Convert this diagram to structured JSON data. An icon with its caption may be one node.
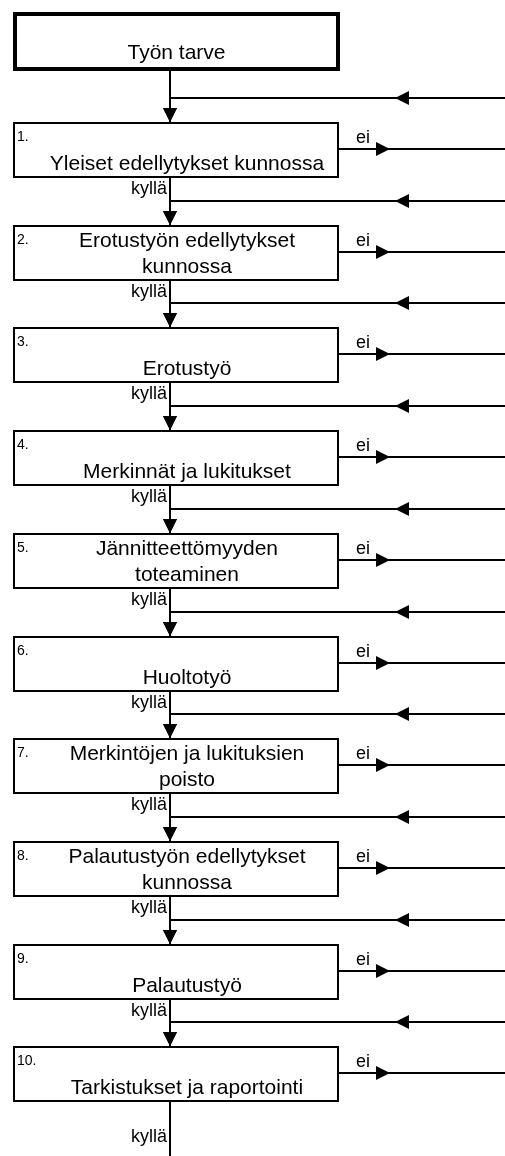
{
  "diagram": {
    "nodes": [
      {
        "text": [
          "Työn tarve"
        ]
      },
      {
        "text": [
          "1.",
          "Yleiset edellytykset kunnossa"
        ]
      },
      {
        "text": [
          "2.",
          "Erotustyön edellytykset kunnossa"
        ]
      },
      {
        "text": [
          "3.",
          "Erotustyö"
        ]
      },
      {
        "text": [
          "4.",
          "Merkinnät ja lukitukset"
        ]
      },
      {
        "text": [
          "5.",
          "Jännitteettömyyden toteaminen"
        ]
      },
      {
        "text": [
          "6.",
          "Huoltotyö"
        ]
      },
      {
        "text": [
          "7.",
          "Merkintöjen ja lukituksien poisto"
        ]
      },
      {
        "text": [
          "8.",
          "Palautustyön edellytykset kunnossa"
        ]
      },
      {
        "text": [
          "9.",
          "Palautustyö"
        ]
      },
      {
        "text": [
          "10.",
          "Tarkistukset ja raportointi"
        ]
      }
    ],
    "edges": [
      {
        "from": 0,
        "to": 1,
        "arrow": "to"
      },
      {
        "from": null,
        "to": 1,
        "arrow": "to"
      },
      {
        "from": 1,
        "to": null,
        "arrow": "to",
        "label": "ei"
      },
      {
        "from": 1,
        "to": 2,
        "arrow": "to",
        "label": "kyllä"
      },
      {
        "from": null,
        "to": 2,
        "arrow": "to"
      },
      {
        "from": 2,
        "to": null,
        "arrow": "to",
        "label": "ei"
      },
      {
        "from": 2,
        "to": 3,
        "arrow": "to",
        "label": "kyllä"
      },
      {
        "from": null,
        "to": 3,
        "arrow": "to"
      },
      {
        "from": 3,
        "to": null,
        "arrow": "to",
        "label": "ei"
      },
      {
        "from": 3,
        "to": 4,
        "arrow": "to",
        "label": "kyllä"
      },
      {
        "from": null,
        "to": 4,
        "arrow": "to"
      },
      {
        "from": 4,
        "to": null,
        "arrow": "to",
        "label": "ei"
      },
      {
        "from": 4,
        "to": 5,
        "arrow": "to",
        "label": "kyllä"
      },
      {
        "from": null,
        "to": 5,
        "arrow": "to"
      },
      {
        "from": 5,
        "to": null,
        "arrow": "to",
        "label": "ei"
      },
      {
        "from": 5,
        "to": 6,
        "arrow": "to",
        "label": "kyllä"
      },
      {
        "from": null,
        "to": 6,
        "arrow": "to"
      },
      {
        "from": 6,
        "to": null,
        "arrow": "to",
        "label": "ei"
      },
      {
        "from": 6,
        "to": 7,
        "arrow": "to",
        "label": "kyllä"
      },
      {
        "from": null,
        "to": 7,
        "arrow": "to"
      },
      {
        "from": 7,
        "to": null,
        "arrow": "to",
        "label": "ei"
      },
      {
        "from": 7,
        "to": 8,
        "arrow": "to",
        "label": "kyllä"
      },
      {
        "from": null,
        "to": 8,
        "arrow": "to"
      },
      {
        "from": 8,
        "to": null,
        "arrow": "to",
        "label": "ei"
      },
      {
        "from": 8,
        "to": 9,
        "arrow": "to",
        "label": "kyllä"
      },
      {
        "from": null,
        "to": 9,
        "arrow": "to"
      },
      {
        "from": 9,
        "to": null,
        "arrow": "to",
        "label": "ei"
      },
      {
        "from": 9,
        "to": 10,
        "arrow": "to",
        "label": "kyllä"
      },
      {
        "from": null,
        "to": 10,
        "arrow": "to"
      },
      {
        "from": 10,
        "to": null,
        "arrow": "to",
        "label": "ei"
      },
      {
        "from": 10,
        "to": null,
        "arrow": "none",
        "label": "kyllä"
      }
    ]
  }
}
